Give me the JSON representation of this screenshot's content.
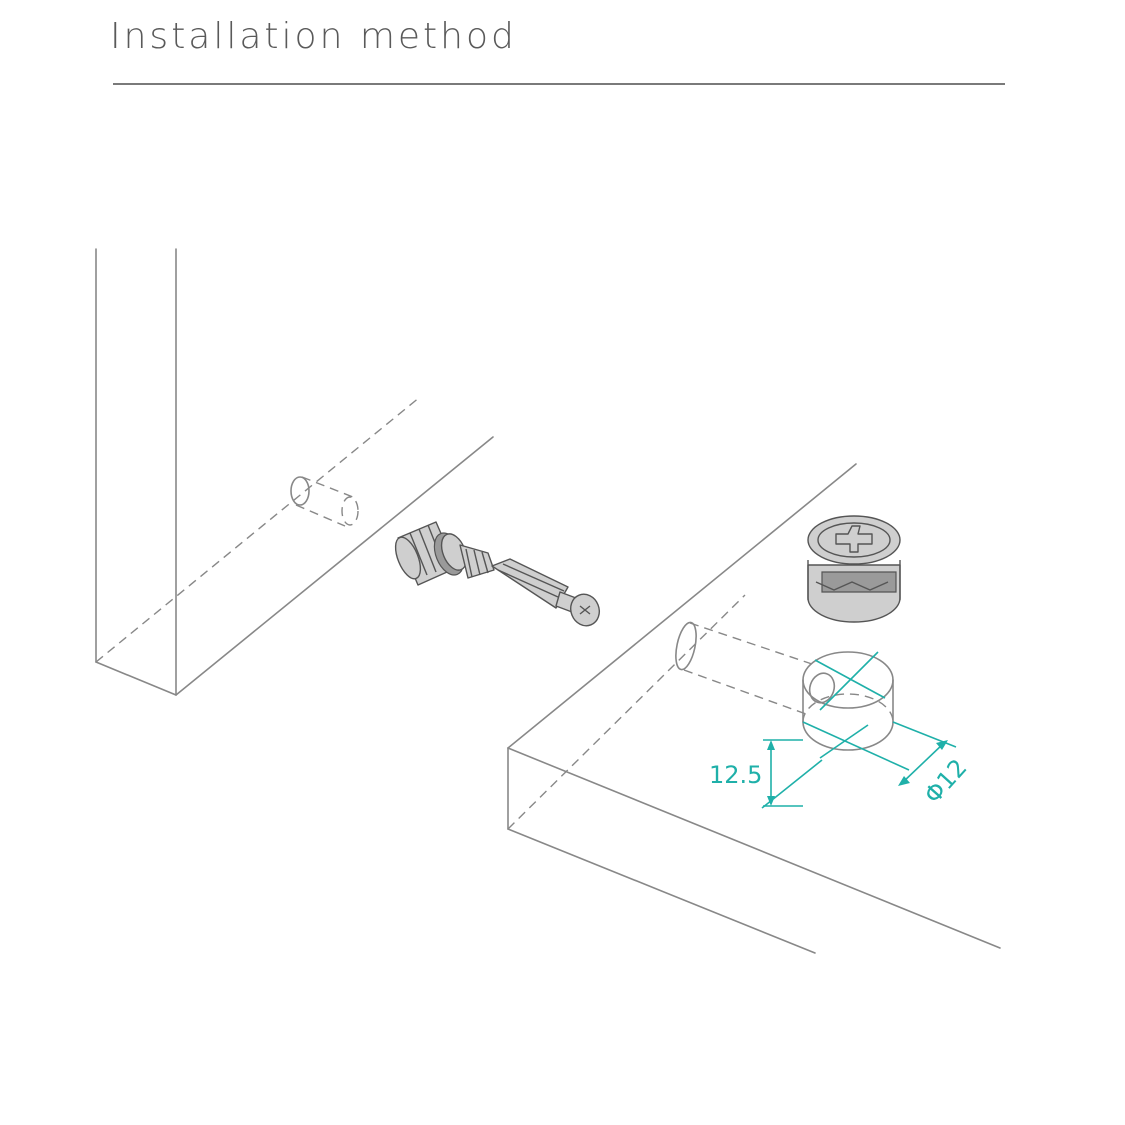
{
  "title": "Installation method",
  "colors": {
    "text": "#5a5a5a",
    "line": "#888888",
    "dimension": "#1fb0a9"
  },
  "dimensions": {
    "depth_label": "12.5",
    "diameter_label": "Φ12"
  }
}
